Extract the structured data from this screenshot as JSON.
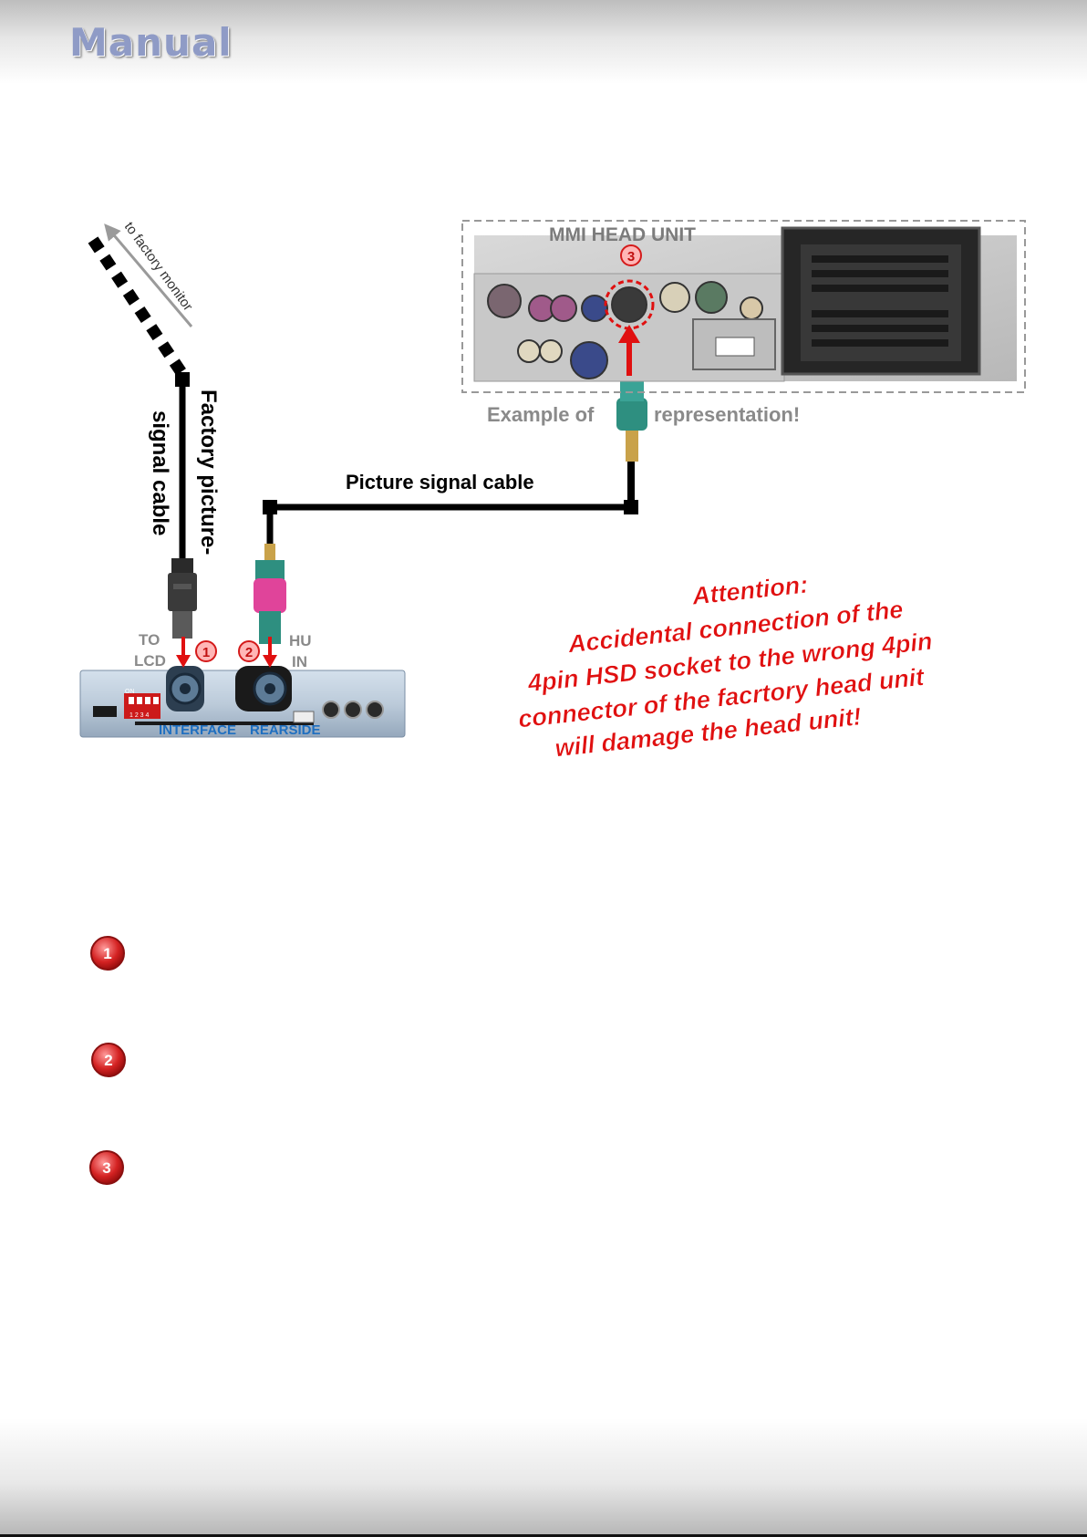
{
  "header": {
    "title": "Manual"
  },
  "diagram": {
    "to_factory_monitor": "to factory monitor",
    "factory_cable_line1": "Factory picture-",
    "factory_cable_line2": "signal cable",
    "picture_signal_cable": "Picture signal cable",
    "mmi_head_unit": "MMI HEAD UNIT",
    "example_left": "Example of",
    "example_right": "representation!",
    "to_lcd_line1": "TO",
    "to_lcd_line2": "LCD",
    "hu_in_line1": "HU",
    "hu_in_line2": "IN",
    "interface_label": "INTERFACE",
    "rearside_label": "REARSIDE",
    "dip_on_label": "ON",
    "dip_numbers": "1 2 3 4",
    "marker_1": "1",
    "marker_2": "2",
    "marker_3": "3"
  },
  "attention": {
    "line1": "Attention:",
    "line2": "Accidental connection of the",
    "line3": "4pin HSD socket to the wrong 4pin",
    "line4": "connector of the facrtory head unit",
    "line5": "will damage the head unit!"
  },
  "steps": [
    {
      "number": "1"
    },
    {
      "number": "2"
    },
    {
      "number": "3"
    }
  ],
  "colors": {
    "warning_red": "#e01010",
    "marker_red": "#d41a1a",
    "label_gray": "#8a8a8a",
    "interface_blue": "#1f6fc0",
    "module_blue": "#b7c8da",
    "fakra_green": "#2e8f80",
    "fakra_pink": "#e0449a"
  }
}
